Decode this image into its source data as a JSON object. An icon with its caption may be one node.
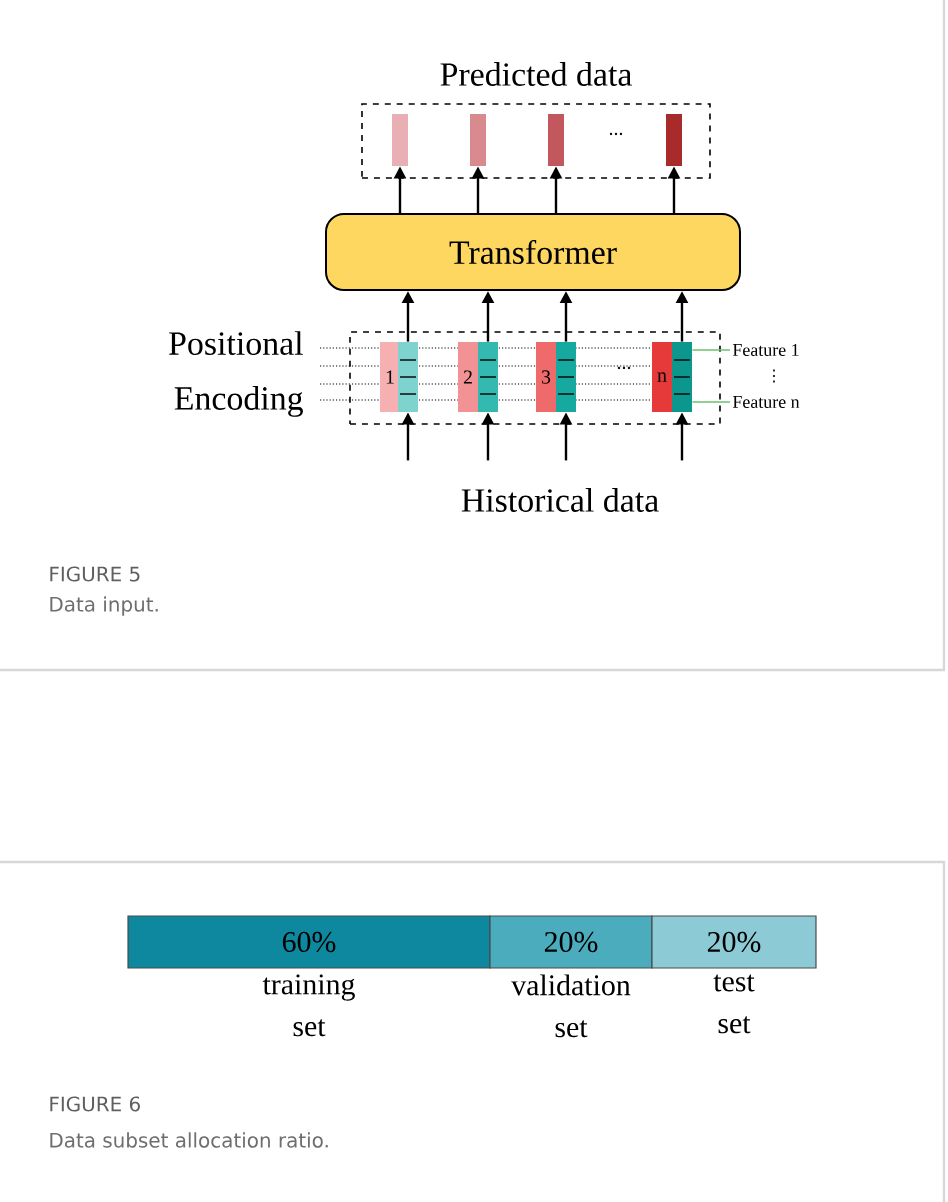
{
  "diagram": {
    "nodes": [
      {
        "text": [
          "Predicted data"
        ]
      },
      {
        "text": [],
        "shape": "bar",
        "in": 0
      },
      {
        "text": [],
        "shape": "bar",
        "in": 0
      },
      {
        "text": [],
        "shape": "bar",
        "in": 0
      },
      {
        "text": [],
        "shape": "bar",
        "in": 0
      },
      {
        "text": [
          "Transformer"
        ]
      },
      {
        "text": [],
        "shape": "box"
      },
      {
        "text": [
          "1"
        ],
        "in": 6
      },
      {
        "text": [],
        "shape": "bar",
        "in": 6
      },
      {
        "text": [
          "2"
        ],
        "in": 6
      },
      {
        "text": [],
        "shape": "bar",
        "in": 6
      },
      {
        "text": [
          "3"
        ],
        "in": 6
      },
      {
        "text": [],
        "shape": "bar",
        "in": 6
      },
      {
        "text": [
          "n"
        ],
        "in": 6
      },
      {
        "text": [],
        "shape": "bar",
        "in": 6
      },
      {
        "text": [
          "Feature 1"
        ]
      },
      {
        "text": [
          "Feature n"
        ]
      },
      {
        "text": [
          "60%"
        ],
        "beside": [
          "training set"
        ]
      },
      {
        "text": [
          "20%"
        ],
        "beside": [
          "validation set"
        ]
      },
      {
        "text": [
          "20%"
        ],
        "beside": [
          "test set"
        ]
      }
    ],
    "edges": [
      {
        "from": 5,
        "to": 1,
        "arrow": "to"
      },
      {
        "from": 5,
        "to": 2,
        "arrow": "to"
      },
      {
        "from": 5,
        "to": 3,
        "arrow": "to"
      },
      {
        "from": 5,
        "to": 4,
        "arrow": "to"
      },
      {
        "from": 8,
        "to": 5,
        "arrow": "to"
      },
      {
        "from": 10,
        "to": 5,
        "arrow": "to"
      },
      {
        "from": 12,
        "to": 5,
        "arrow": "to"
      },
      {
        "from": 14,
        "to": 5,
        "arrow": "to"
      },
      {
        "from": null,
        "to": 8,
        "arrow": "to"
      },
      {
        "from": null,
        "to": 10,
        "arrow": "to"
      },
      {
        "from": null,
        "to": 12,
        "arrow": "to"
      },
      {
        "from": null,
        "to": 14,
        "arrow": "to"
      },
      {
        "from": 15,
        "to": 14,
        "arrow": "none",
        "color": "#6cc06c"
      },
      {
        "from": 16,
        "to": 14,
        "arrow": "none",
        "color": "#6cc06c"
      }
    ],
    "labels": [
      "...",
      "Positional Encoding",
      "...",
      "⋮",
      "Historical data",
      "FIGURE 5",
      "Data input.",
      "FIGURE 6",
      "Data subset allocation ratio."
    ]
  }
}
